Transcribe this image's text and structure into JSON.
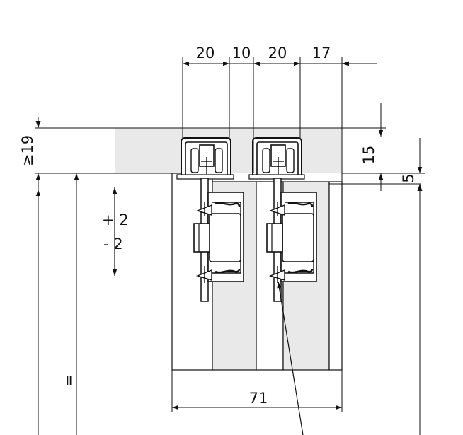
{
  "dimensions": {
    "top_20_a": "20",
    "top_10": "10",
    "top_20_b": "20",
    "top_17": "17",
    "left_min_19": "≥19",
    "right_15": "15",
    "right_5": "5",
    "tolerance_plus": "+ 2",
    "tolerance_minus": "- 2",
    "bottom_71": "71",
    "equal_mark": "="
  },
  "colors": {
    "line": "#111111",
    "fill_light": "#e9e9e9",
    "background": "#ffffff"
  }
}
